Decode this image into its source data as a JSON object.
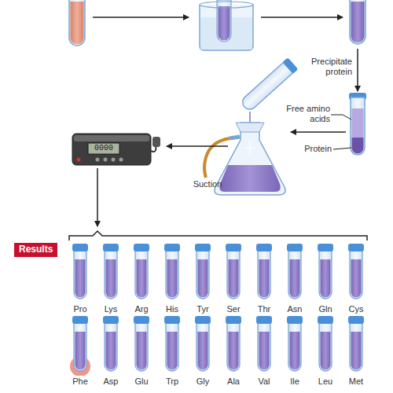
{
  "diagram": {
    "nodes": [
      {
        "text": [
          "Results"
        ]
      },
      {
        "text": [
          "Pro"
        ]
      },
      {
        "text": [
          "Lys"
        ]
      },
      {
        "text": [
          "Arg"
        ]
      },
      {
        "text": [
          "His"
        ]
      },
      {
        "text": [
          "Tyr"
        ]
      },
      {
        "text": [
          "Ser"
        ]
      },
      {
        "text": [
          "Thr"
        ]
      },
      {
        "text": [
          "Asn"
        ]
      },
      {
        "text": [
          "Gln"
        ]
      },
      {
        "text": [
          "Cys"
        ]
      },
      {
        "text": [
          "Phe"
        ]
      },
      {
        "text": [
          "Asp"
        ]
      },
      {
        "text": [
          "Glu"
        ]
      },
      {
        "text": [
          "Trp"
        ]
      },
      {
        "text": [
          "Gly"
        ]
      },
      {
        "text": [
          "Ala"
        ]
      },
      {
        "text": [
          "Val"
        ]
      },
      {
        "text": [
          "Ile"
        ]
      },
      {
        "text": [
          "Leu"
        ]
      },
      {
        "text": [
          "Met"
        ]
      }
    ],
    "labels": [
      "0000",
      "Precipitate protein",
      "Free amino acids",
      "Protein",
      "Suction"
    ]
  }
}
